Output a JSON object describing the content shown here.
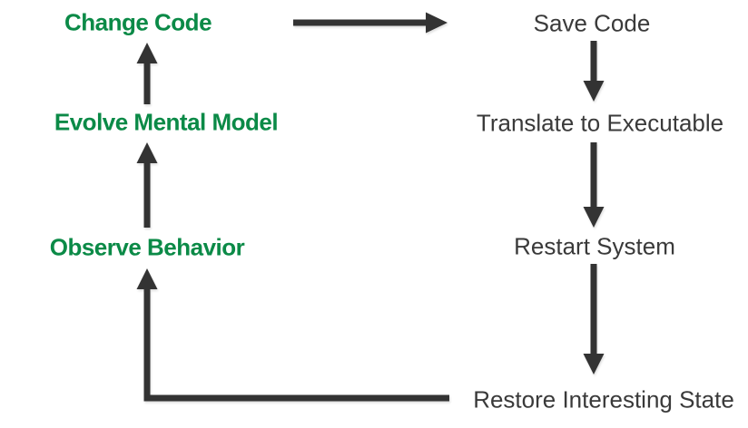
{
  "diagram": {
    "title": "edit-compile-run feedback loop",
    "colors": {
      "background": "#ffffff",
      "left_text": "#0b8a47",
      "right_text": "#3a3a3a",
      "arrow": "#333333"
    },
    "left_column": [
      {
        "label": "Change Code"
      },
      {
        "label": "Evolve Mental Model"
      },
      {
        "label": "Observe Behavior"
      }
    ],
    "right_column": [
      {
        "label": "Save Code"
      },
      {
        "label": "Translate to Executable"
      },
      {
        "label": "Restart System"
      },
      {
        "label": "Restore Interesting State"
      }
    ],
    "edges": [
      {
        "from": "Change Code",
        "to": "Save Code"
      },
      {
        "from": "Save Code",
        "to": "Translate to Executable"
      },
      {
        "from": "Translate to Executable",
        "to": "Restart System"
      },
      {
        "from": "Restart System",
        "to": "Restore Interesting State"
      },
      {
        "from": "Restore Interesting State",
        "to": "Observe Behavior"
      },
      {
        "from": "Observe Behavior",
        "to": "Evolve Mental Model"
      },
      {
        "from": "Evolve Mental Model",
        "to": "Change Code"
      }
    ]
  }
}
